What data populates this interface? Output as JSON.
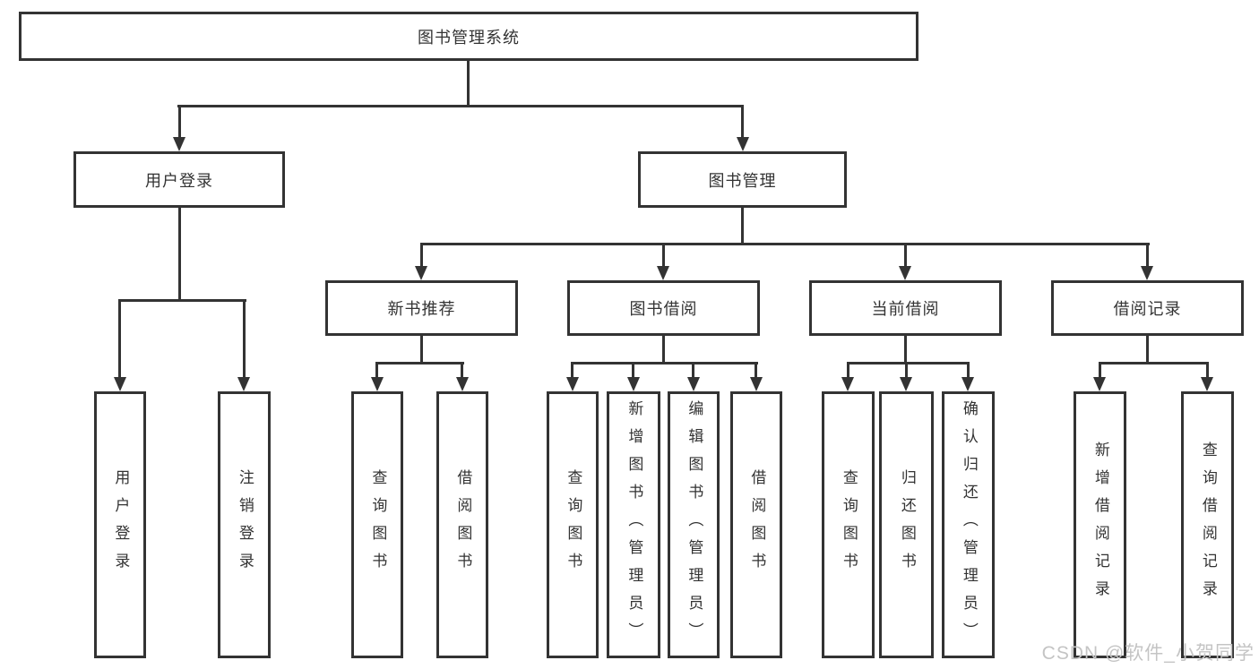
{
  "root": {
    "label": "图书管理系统"
  },
  "login_branch": {
    "label": "用户登录",
    "leaves": [
      {
        "label": "用户登录"
      },
      {
        "label": "注销登录"
      }
    ]
  },
  "mgmt_branch": {
    "label": "图书管理",
    "sections": [
      {
        "label": "新书推荐",
        "leaves": [
          {
            "label": "查询图书"
          },
          {
            "label": "借阅图书"
          }
        ]
      },
      {
        "label": "图书借阅",
        "leaves": [
          {
            "label": "查询图书"
          },
          {
            "label": "新增图书（管理员）"
          },
          {
            "label": "编辑图书（管理员）"
          },
          {
            "label": "借阅图书"
          }
        ]
      },
      {
        "label": "当前借阅",
        "leaves": [
          {
            "label": "查询图书"
          },
          {
            "label": "归还图书"
          },
          {
            "label": "确认归还（管理员）"
          }
        ]
      },
      {
        "label": "借阅记录",
        "leaves": [
          {
            "label": "新增借阅记录"
          },
          {
            "label": "查询借阅记录"
          }
        ]
      }
    ]
  },
  "watermark": {
    "text": "CSDN @软件_小贺同学"
  },
  "colors": {
    "line": "#333333",
    "text": "#333333",
    "watermark": "#c4c4c4",
    "background": "#ffffff"
  }
}
